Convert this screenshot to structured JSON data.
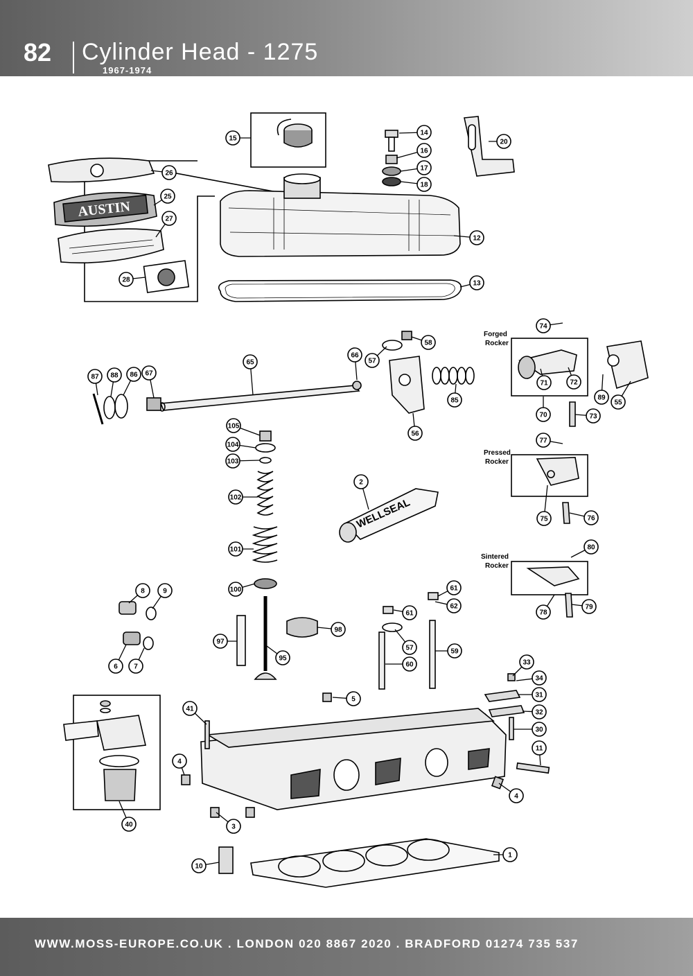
{
  "header": {
    "page_number": "82",
    "title": "Cylinder Head - 1275",
    "years": "1967-1974"
  },
  "footer": {
    "text": "WWW.MOSS-EUROPE.CO.UK . LONDON 020 8867 2020 . BRADFORD 01274 735 537"
  },
  "rocker_labels": {
    "forged": [
      "Forged",
      "Rocker"
    ],
    "pressed": [
      "Pressed",
      "Rocker"
    ],
    "sintered": [
      "Sintered",
      "Rocker"
    ]
  },
  "emblem_text": {
    "austin": "AUSTIN",
    "sealant": "WELLSEAL"
  },
  "callouts": [
    "1",
    "2",
    "3",
    "4",
    "4",
    "5",
    "6",
    "7",
    "8",
    "9",
    "10",
    "11",
    "12",
    "13",
    "14",
    "15",
    "16",
    "17",
    "18",
    "20",
    "25",
    "26",
    "27",
    "28",
    "30",
    "31",
    "32",
    "33",
    "34",
    "40",
    "41",
    "55",
    "56",
    "57",
    "57",
    "58",
    "59",
    "60",
    "61",
    "61",
    "62",
    "65",
    "66",
    "67",
    "70",
    "71",
    "72",
    "73",
    "74",
    "75",
    "76",
    "77",
    "78",
    "79",
    "80",
    "85",
    "86",
    "87",
    "88",
    "89",
    "95",
    "97",
    "98",
    "100",
    "101",
    "102",
    "103",
    "104",
    "105"
  ]
}
